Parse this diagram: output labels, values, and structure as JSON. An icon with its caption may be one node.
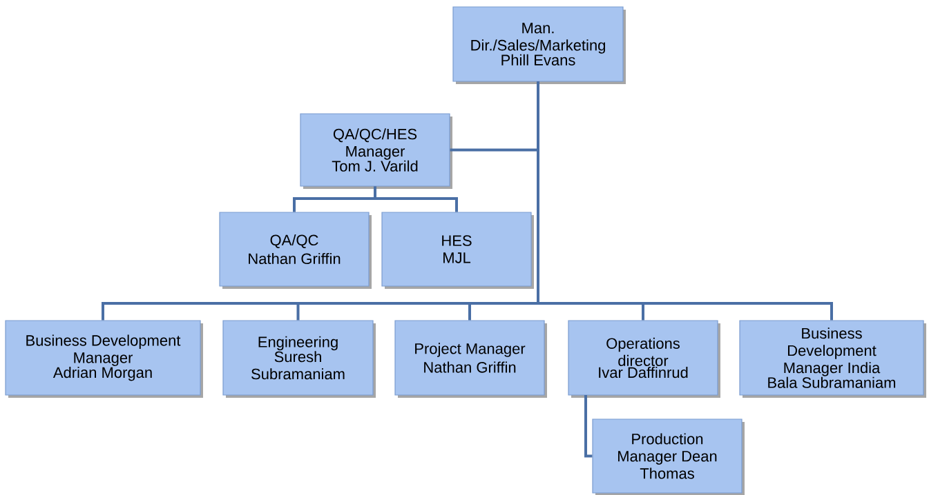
{
  "diagram": {
    "nodes": [
      {
        "text": [
          "Man. Dir./Sales/Marketing",
          "Phill Evans"
        ]
      },
      {
        "text": [
          "QA/QC/HES Manager",
          "Tom J. Varild"
        ]
      },
      {
        "text": [
          "QA/QC",
          "Nathan Griffin"
        ]
      },
      {
        "text": [
          "HES",
          "MJL"
        ]
      },
      {
        "text": [
          "Business Development Manager",
          "Adrian Morgan"
        ]
      },
      {
        "text": [
          "Engineering",
          "Suresh Subramaniam"
        ]
      },
      {
        "text": [
          "Project Manager",
          "Nathan Griffin"
        ]
      },
      {
        "text": [
          "Operations director",
          "Ivar Daffinrud"
        ]
      },
      {
        "text": [
          "Business Development Manager India",
          "Bala Subramaniam"
        ]
      },
      {
        "text": [
          "Production Manager Dean Thomas"
        ]
      }
    ],
    "edges": [
      {
        "from": 0,
        "to": 1,
        "arrow": "none"
      },
      {
        "from": 1,
        "to": 2,
        "arrow": "none"
      },
      {
        "from": 1,
        "to": 3,
        "arrow": "none"
      },
      {
        "from": 0,
        "to": 4,
        "arrow": "none"
      },
      {
        "from": 0,
        "to": 5,
        "arrow": "none"
      },
      {
        "from": 0,
        "to": 6,
        "arrow": "none"
      },
      {
        "from": 0,
        "to": 7,
        "arrow": "none"
      },
      {
        "from": 0,
        "to": 8,
        "arrow": "none"
      },
      {
        "from": 7,
        "to": 9,
        "arrow": "none"
      }
    ]
  }
}
